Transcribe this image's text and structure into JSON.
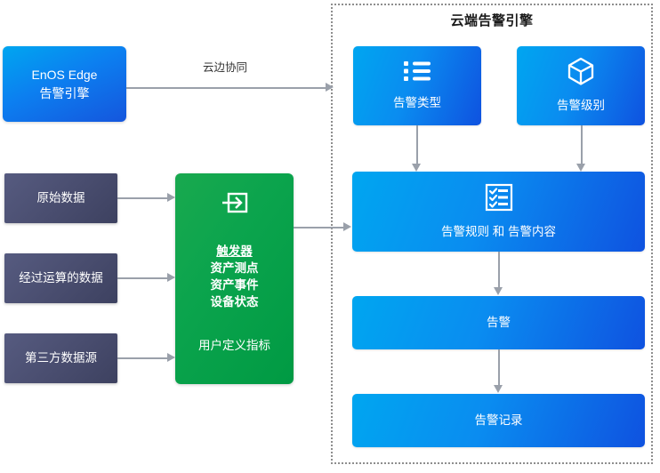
{
  "cloud_panel": {
    "title": "云端告警引擎",
    "border_style": "dotted",
    "border_color": "#8e8e8e"
  },
  "edge": {
    "engine_card": {
      "line1": "EnOS Edge",
      "line2": "告警引擎",
      "accent": "#0a8cf0"
    },
    "link_label": "云边协同"
  },
  "sources": [
    {
      "label": "原始数据",
      "color": "#4a4e70"
    },
    {
      "label": "经过运算的数据",
      "color": "#4a4e70"
    },
    {
      "label": "第三方数据源",
      "color": "#4a4e70"
    }
  ],
  "trigger": {
    "icon": "login-arrow-icon",
    "accent": "#0ba44d",
    "heading": "触发器",
    "items": [
      "资产测点",
      "资产事件",
      "设备状态"
    ],
    "custom_metric": "用户定义指标"
  },
  "cloud_nodes": {
    "alarm_type": {
      "label": "告警类型",
      "icon": "list-bullet-icon"
    },
    "alarm_level": {
      "label": "告警级别",
      "icon": "cube-icon"
    },
    "alarm_rule": {
      "label": "告警规则 和 告警内容",
      "icon": "checklist-icon"
    },
    "alarm": {
      "label": "告警"
    },
    "alarm_record": {
      "label": "告警记录"
    }
  },
  "colors": {
    "blue_start": "#00a6f0",
    "blue_end": "#0f52e0",
    "green": "#0ba44d",
    "gray_card": "#4a4e70",
    "connector": "#9aa0aa"
  }
}
